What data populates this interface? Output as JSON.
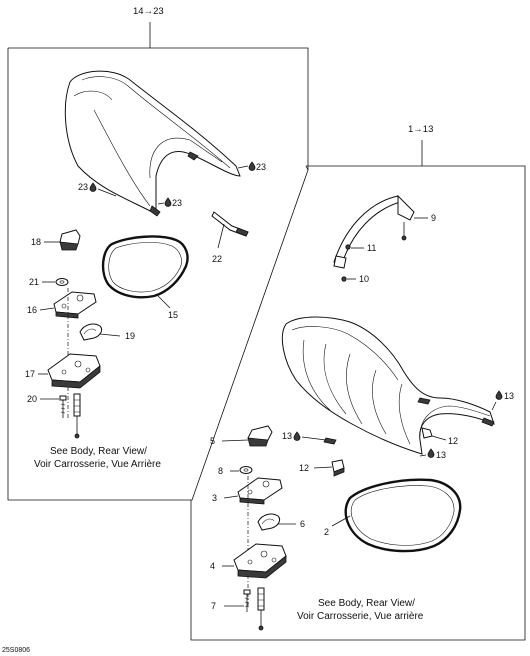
{
  "groups": [
    {
      "range_start": "14",
      "range_end": "23"
    },
    {
      "range_start": "1",
      "range_end": "13"
    }
  ],
  "callouts": {
    "c23a": "23",
    "c23b": "23",
    "c23c": "23",
    "c18": "18",
    "c22": "22",
    "c21": "21",
    "c16": "16",
    "c15": "15",
    "c19": "19",
    "c17": "17",
    "c20": "20",
    "c9": "9",
    "c11": "11",
    "c10": "10",
    "c13a": "13",
    "c13b": "13",
    "c13c": "13",
    "c5": "5",
    "c12a": "12",
    "c12b": "12",
    "c8": "8",
    "c3": "3",
    "c6": "6",
    "c2": "2",
    "c4": "4",
    "c7": "7"
  },
  "notes": {
    "left_line1": "See Body, Rear View/",
    "left_line2": "Voir Carrosserie, Vue Arrière",
    "right_line1": "See Body, Rear View/",
    "right_line2": "Voir Carrosserie, Vue arrière"
  },
  "drawing_code": "25S0806",
  "glyphs": {
    "arrow": "→",
    "drop": "💧"
  },
  "icons": {
    "grease": "drop-icon",
    "range_arrow": "arrow-icon"
  }
}
